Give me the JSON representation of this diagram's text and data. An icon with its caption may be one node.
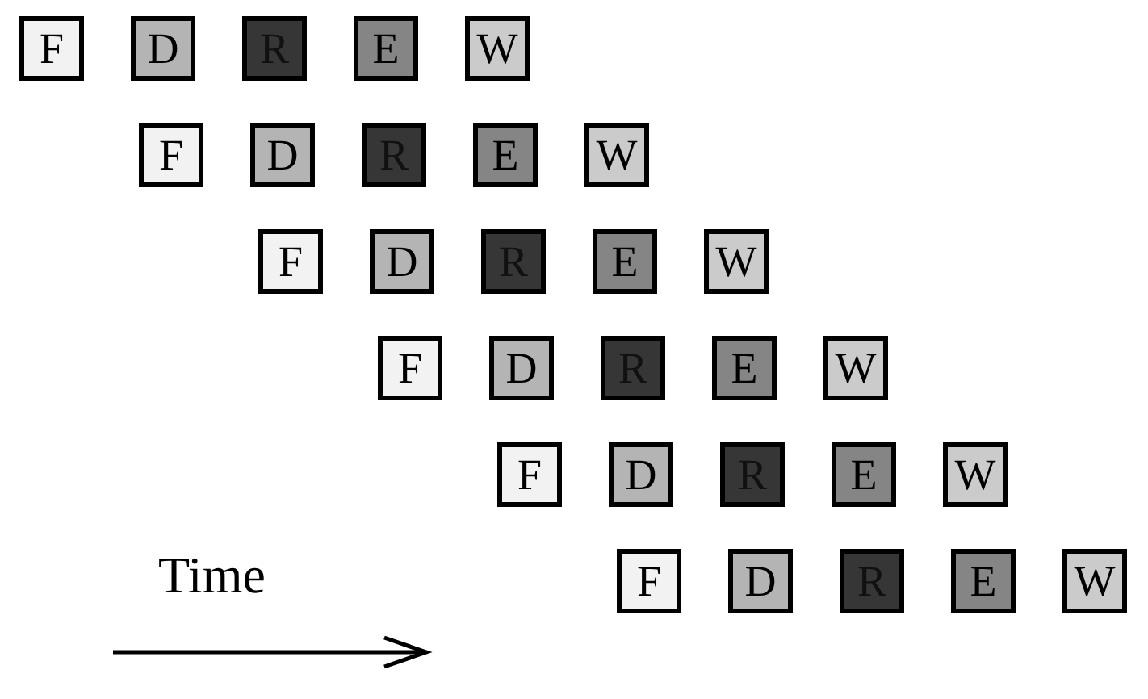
{
  "diagram": {
    "nodes": [
      {
        "text": [
          "F"
        ]
      },
      {
        "text": [
          "D"
        ]
      },
      {
        "text": [
          "R"
        ]
      },
      {
        "text": [
          "E"
        ]
      },
      {
        "text": [
          "W"
        ]
      },
      {
        "text": [
          "F"
        ]
      },
      {
        "text": [
          "D"
        ]
      },
      {
        "text": [
          "R"
        ]
      },
      {
        "text": [
          "E"
        ]
      },
      {
        "text": [
          "W"
        ]
      },
      {
        "text": [
          "F"
        ]
      },
      {
        "text": [
          "D"
        ]
      },
      {
        "text": [
          "R"
        ]
      },
      {
        "text": [
          "E"
        ]
      },
      {
        "text": [
          "W"
        ]
      },
      {
        "text": [
          "F"
        ]
      },
      {
        "text": [
          "D"
        ]
      },
      {
        "text": [
          "R"
        ]
      },
      {
        "text": [
          "E"
        ]
      },
      {
        "text": [
          "W"
        ]
      },
      {
        "text": [
          "F"
        ]
      },
      {
        "text": [
          "D"
        ]
      },
      {
        "text": [
          "R"
        ]
      },
      {
        "text": [
          "E"
        ]
      },
      {
        "text": [
          "W"
        ]
      },
      {
        "text": [
          "F"
        ]
      },
      {
        "text": [
          "D"
        ]
      },
      {
        "text": [
          "R"
        ]
      },
      {
        "text": [
          "E"
        ]
      },
      {
        "text": [
          "W"
        ]
      }
    ],
    "labels": [
      "Time"
    ]
  }
}
